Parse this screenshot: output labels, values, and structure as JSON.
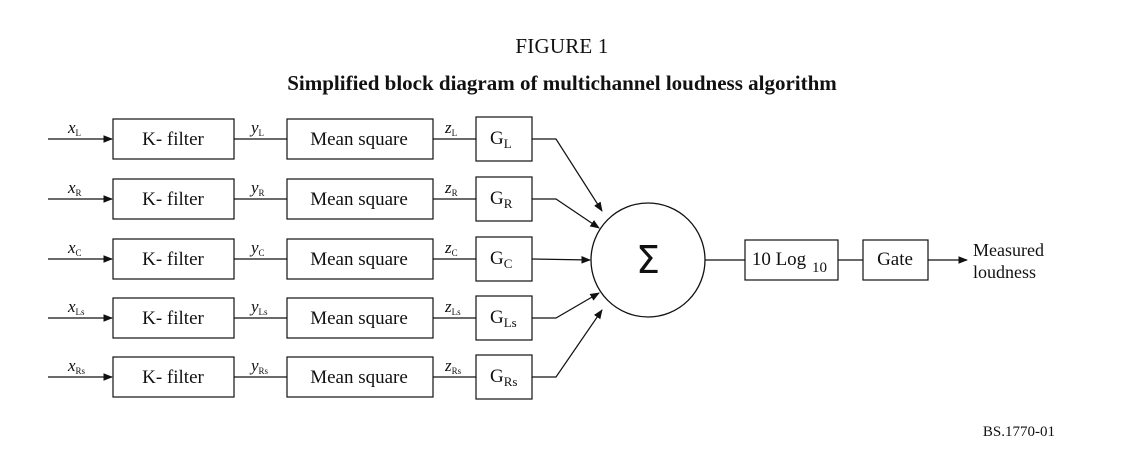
{
  "figure": {
    "number": "FIGURE 1",
    "title": "Simplified block diagram of multichannel loudness algorithm",
    "code": "BS.1770-01"
  },
  "channels": [
    {
      "sub": "L",
      "x": "x",
      "y": "y",
      "z": "z",
      "filter": "K- filter",
      "square": "Mean square",
      "gain": "G",
      "gain_sub": "L"
    },
    {
      "sub": "R",
      "x": "x",
      "y": "y",
      "z": "z",
      "filter": "K- filter",
      "square": "Mean square",
      "gain": "G",
      "gain_sub": "R"
    },
    {
      "sub": "C",
      "x": "x",
      "y": "y",
      "z": "z",
      "filter": "K- filter",
      "square": "Mean square",
      "gain": "G",
      "gain_sub": "C"
    },
    {
      "sub": "Ls",
      "x": "x",
      "y": "y",
      "z": "z",
      "filter": "K- filter",
      "square": "Mean square",
      "gain": "G",
      "gain_sub": "Ls"
    },
    {
      "sub": "Rs",
      "x": "x",
      "y": "y",
      "z": "z",
      "filter": "K- filter",
      "square": "Mean square",
      "gain": "G",
      "gain_sub": "Rs"
    }
  ],
  "summer": {
    "symbol": "Σ"
  },
  "log_block": {
    "main": "10 Log",
    "sub": "10"
  },
  "gate_block": {
    "label": "Gate"
  },
  "output": {
    "line1": "Measured",
    "line2": "loudness"
  }
}
